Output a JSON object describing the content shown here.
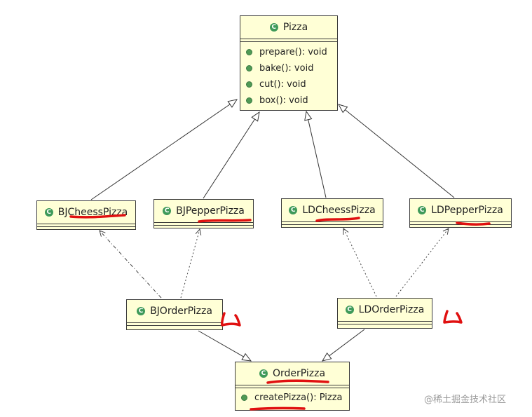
{
  "classes": {
    "pizza": {
      "name": "Pizza",
      "methods": [
        "prepare(): void",
        "bake(): void",
        "cut(): void",
        "box(): void"
      ]
    },
    "bj_cheess": {
      "name": "BJCheessPizza"
    },
    "bj_pepper": {
      "name": "BJPepperPizza"
    },
    "ld_cheess": {
      "name": "LDCheessPizza"
    },
    "ld_pepper": {
      "name": "LDPepperPizza"
    },
    "bj_order": {
      "name": "BJOrderPizza"
    },
    "ld_order": {
      "name": "LDOrderPizza"
    },
    "order": {
      "name": "OrderPizza",
      "methods": [
        "createPizza(): Pizza"
      ]
    }
  },
  "icon_letter": "C",
  "watermark": "@稀土掘金技术社区",
  "colors": {
    "class_fill": "#ffffd6",
    "class_icon": "#3f9a5a",
    "annotation": "#e01010"
  }
}
